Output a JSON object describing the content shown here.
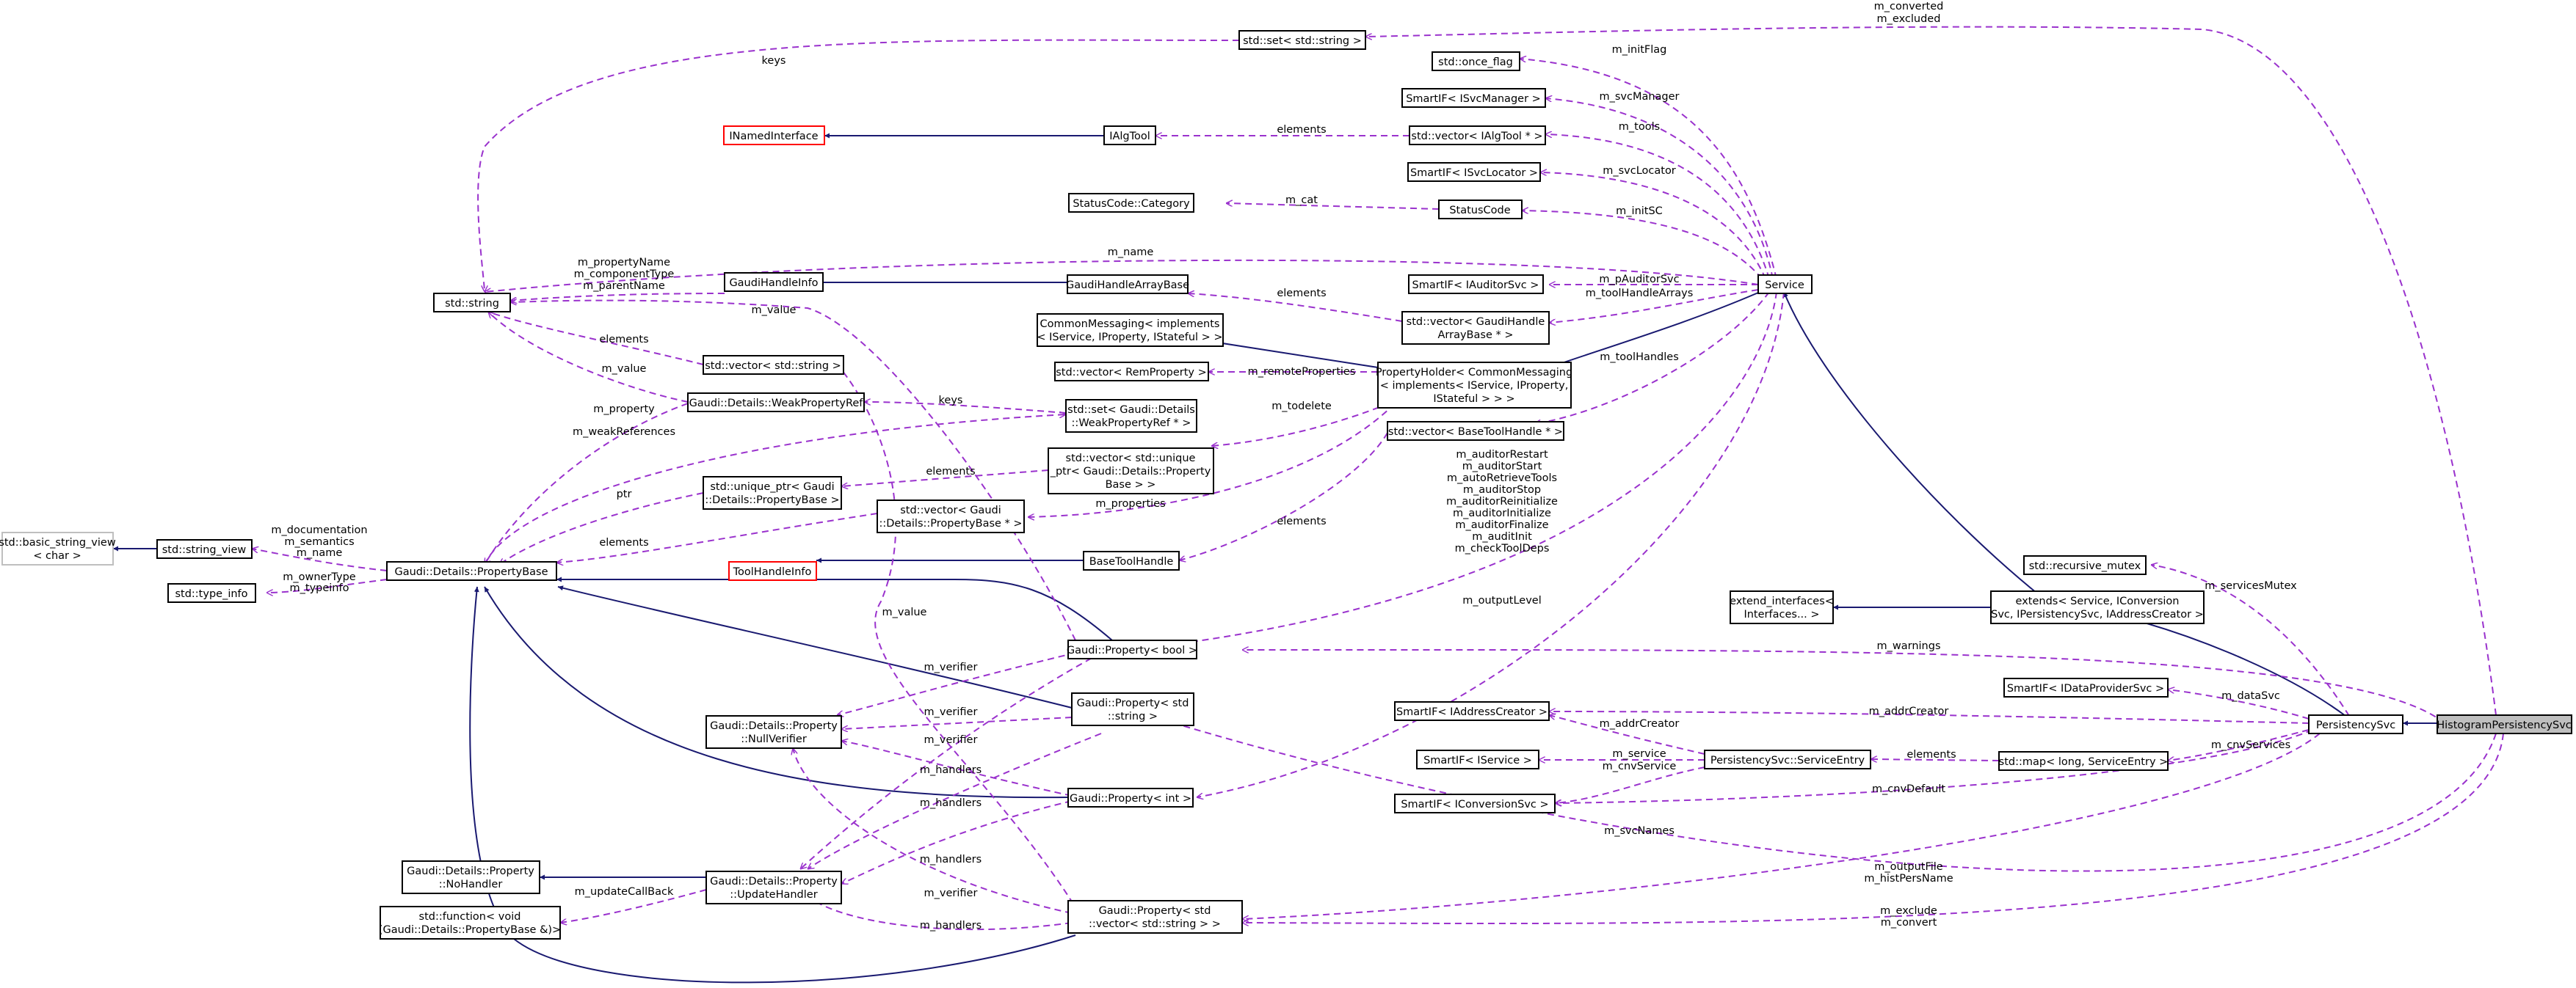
{
  "nodes": {
    "n_string": "std::string",
    "n_set_string": "std::set< std::string >",
    "n_once_flag": "std::once_flag",
    "n_svcmgr": "SmartIF< ISvcManager >",
    "n_inamed": "INamedInterface",
    "n_ialgtool": "IAlgTool",
    "n_vec_ialgtool": "std::vector< IAlgTool * >",
    "n_svclocator": "SmartIF< ISvcLocator >",
    "n_sc_category": "StatusCode::Category",
    "n_statuscode": "StatusCode",
    "n_ghi": "GaudiHandleInfo",
    "n_ghab": "GaudiHandleArrayBase",
    "n_auditorsvc": "SmartIF< IAuditorSvc >",
    "n_service": "Service",
    "n_vec_ghab_1": "std::vector< GaudiHandle",
    "n_vec_ghab_2": "ArrayBase * >",
    "n_commsg_1": "CommonMessaging< implements",
    "n_commsg_2": "< IService, IProperty, IStateful > >",
    "n_vec_string": "std::vector< std::string >",
    "n_vec_remprop": "std::vector< RemProperty >",
    "n_propholder_1": "PropertyHolder< CommonMessaging",
    "n_propholder_2": "< implements< IService, IProperty,",
    "n_propholder_3": "IStateful > > >",
    "n_weakpropref": "Gaudi::Details::WeakPropertyRef",
    "n_set_weak_1": "std::set< Gaudi::Details",
    "n_set_weak_2": "::WeakPropertyRef * >",
    "n_vec_bth": "std::vector< BaseToolHandle * >",
    "n_uniqptr_1": "std::unique_ptr< Gaudi",
    "n_uniqptr_2": "::Details::PropertyBase >",
    "n_vec_uniq_1": "std::vector< std::unique",
    "n_vec_uniq_2": "_ptr< Gaudi::Details::Property",
    "n_vec_uniq_3": "Base > >",
    "n_vec_pb_1": "std::vector< Gaudi",
    "n_vec_pb_2": "::Details::PropertyBase * >",
    "n_bsv_1": "std::basic_string_view",
    "n_bsv_2": "< char >",
    "n_string_view": "std::string_view",
    "n_propbase": "Gaudi::Details::PropertyBase",
    "n_toolhandleinfo": "ToolHandleInfo",
    "n_basetoolhandle": "BaseToolHandle",
    "n_type_info": "std::type_info",
    "n_ext_if_1": "extend_interfaces<",
    "n_ext_if_2": "Interfaces... >",
    "n_extends_1": "extends< Service, IConversion",
    "n_extends_2": "Svc, IPersistencySvc, IAddressCreator >",
    "n_rec_mutex": "std::recursive_mutex",
    "n_prop_bool": "Gaudi::Property< bool >",
    "n_dataprov": "SmartIF< IDataProviderSvc >",
    "n_nullver_1": "Gaudi::Details::Property",
    "n_nullver_2": "::NullVerifier",
    "n_prop_str_1": "Gaudi::Property< std",
    "n_prop_str_2": "::string >",
    "n_addrcreator": "SmartIF< IAddressCreator >",
    "n_persistsvc": "PersistencySvc",
    "n_histpersist": "HistogramPersistencySvc",
    "n_iservice": "SmartIF< IService >",
    "n_svcentry": "PersistencySvc::ServiceEntry",
    "n_map": "std::map< long, ServiceEntry >",
    "n_prop_int": "Gaudi::Property< int >",
    "n_convsvc": "SmartIF< IConversionSvc >",
    "n_nohandler_1": "Gaudi::Details::Property",
    "n_nohandler_2": "::NoHandler",
    "n_updhandler_1": "Gaudi::Details::Property",
    "n_updhandler_2": "::UpdateHandler",
    "n_function_1": "std::function< void",
    "n_function_2": "(Gaudi::Details::PropertyBase &)>",
    "n_prop_vec_1": "Gaudi::Property< std",
    "n_prop_vec_2": "::vector< std::string > >"
  },
  "edge_labels": {
    "keys_1": "keys",
    "converted": "m_converted",
    "excluded": "m_excluded",
    "initflag": "m_initFlag",
    "svcmanager": "m_svcManager",
    "elements_1": "elements",
    "tools": "m_tools",
    "svclocator": "m_svcLocator",
    "cat": "m_cat",
    "initsc": "m_initSC",
    "name": "m_name",
    "propname": "m_propertyName",
    "comptype": "m_componentType",
    "parentname": "m_parentName",
    "pauditorsvc": "m_pAuditorSvc",
    "toolhandlearrays": "m_toolHandleArrays",
    "elements_2": "elements",
    "value_1": "m_value",
    "elements_3": "elements",
    "value_2": "m_value",
    "remoteprops": "m_remoteProperties",
    "toolhandles": "m_toolHandles",
    "keys_2": "keys",
    "todelete": "m_todelete",
    "property": "m_property",
    "weakrefs": "m_weakReferences",
    "elements_4": "elements",
    "auditor_1": "m_auditorRestart",
    "auditor_2": "m_auditorStart",
    "auditor_3": "m_autoRetrieveTools",
    "auditor_4": "m_auditorStop",
    "auditor_5": "m_auditorReinitialize",
    "auditor_6": "m_auditorInitialize",
    "auditor_7": "m_auditorFinalize",
    "auditor_8": "m_auditInit",
    "auditor_9": "m_checkToolDeps",
    "ptr": "ptr",
    "properties": "m_properties",
    "doc_1": "m_documentation",
    "doc_2": "m_semantics",
    "doc_3": "m_name",
    "elements_5": "elements",
    "elements_6": "elements",
    "ownertype": "m_ownerType",
    "typeinfo": "m_typeinfo",
    "servicesmutex": "m_servicesMutex",
    "outputlevel": "m_outputLevel",
    "value_3": "m_value",
    "warnings": "m_warnings",
    "verifier_1": "m_verifier",
    "datasvc": "m_dataSvc",
    "verifier_2": "m_verifier",
    "addrcreator_1": "m_addrCreator",
    "addrcreator_2": "m_addrCreator",
    "verifier_3": "m_verifier",
    "handlers_1": "m_handlers",
    "service": "m_service",
    "cnvservice": "m_cnvService",
    "elements_7": "elements",
    "cnvservices": "m_cnvServices",
    "handlers_2": "m_handlers",
    "cnvdefault": "m_cnvDefault",
    "svcnames": "m_svcNames",
    "handlers_3": "m_handlers",
    "updatecallback": "m_updateCallBack",
    "outputfile": "m_outputFile",
    "histpersname": "m_histPersName",
    "verifier_4": "m_verifier",
    "exclude": "m_exclude",
    "convert": "m_convert",
    "handlers_4": "m_handlers"
  }
}
